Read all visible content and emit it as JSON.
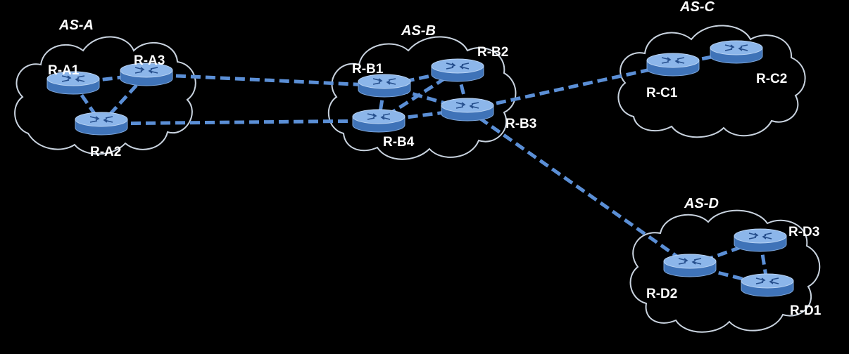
{
  "autonomous_systems": [
    {
      "id": "A",
      "label": "AS-A"
    },
    {
      "id": "B",
      "label": "AS-B"
    },
    {
      "id": "C",
      "label": "AS-C"
    },
    {
      "id": "D",
      "label": "AS-D"
    }
  ],
  "routers": [
    {
      "id": "A1",
      "label": "R-A1"
    },
    {
      "id": "A2",
      "label": "R-A2"
    },
    {
      "id": "A3",
      "label": "R-A3"
    },
    {
      "id": "B1",
      "label": "R-B1"
    },
    {
      "id": "B2",
      "label": "R-B2"
    },
    {
      "id": "B3",
      "label": "R-B3"
    },
    {
      "id": "B4",
      "label": "R-B4"
    },
    {
      "id": "C1",
      "label": "R-C1"
    },
    {
      "id": "C2",
      "label": "R-C2"
    },
    {
      "id": "D1",
      "label": "R-D1"
    },
    {
      "id": "D2",
      "label": "R-D2"
    },
    {
      "id": "D3",
      "label": "R-D3"
    }
  ],
  "links": [
    {
      "from": "A1",
      "to": "A3"
    },
    {
      "from": "A1",
      "to": "A2"
    },
    {
      "from": "A3",
      "to": "A2"
    },
    {
      "from": "A3",
      "to": "B1"
    },
    {
      "from": "A2",
      "to": "B4"
    },
    {
      "from": "B1",
      "to": "B4"
    },
    {
      "from": "B1",
      "to": "B3"
    },
    {
      "from": "B2",
      "to": "B3"
    },
    {
      "from": "B2",
      "to": "B4"
    },
    {
      "from": "B2",
      "to": "B1"
    },
    {
      "from": "B4",
      "to": "B3"
    },
    {
      "from": "B3",
      "to": "C1"
    },
    {
      "from": "C1",
      "to": "C2"
    },
    {
      "from": "B3",
      "to": "D2"
    },
    {
      "from": "D2",
      "to": "D3"
    },
    {
      "from": "D2",
      "to": "D1"
    },
    {
      "from": "D3",
      "to": "D1"
    }
  ],
  "colors": {
    "background": "#000000",
    "link": "#5b8fd6",
    "router": "#8cb6ea",
    "cloud_outline": "#c9d3df",
    "text": "#ffffff"
  }
}
